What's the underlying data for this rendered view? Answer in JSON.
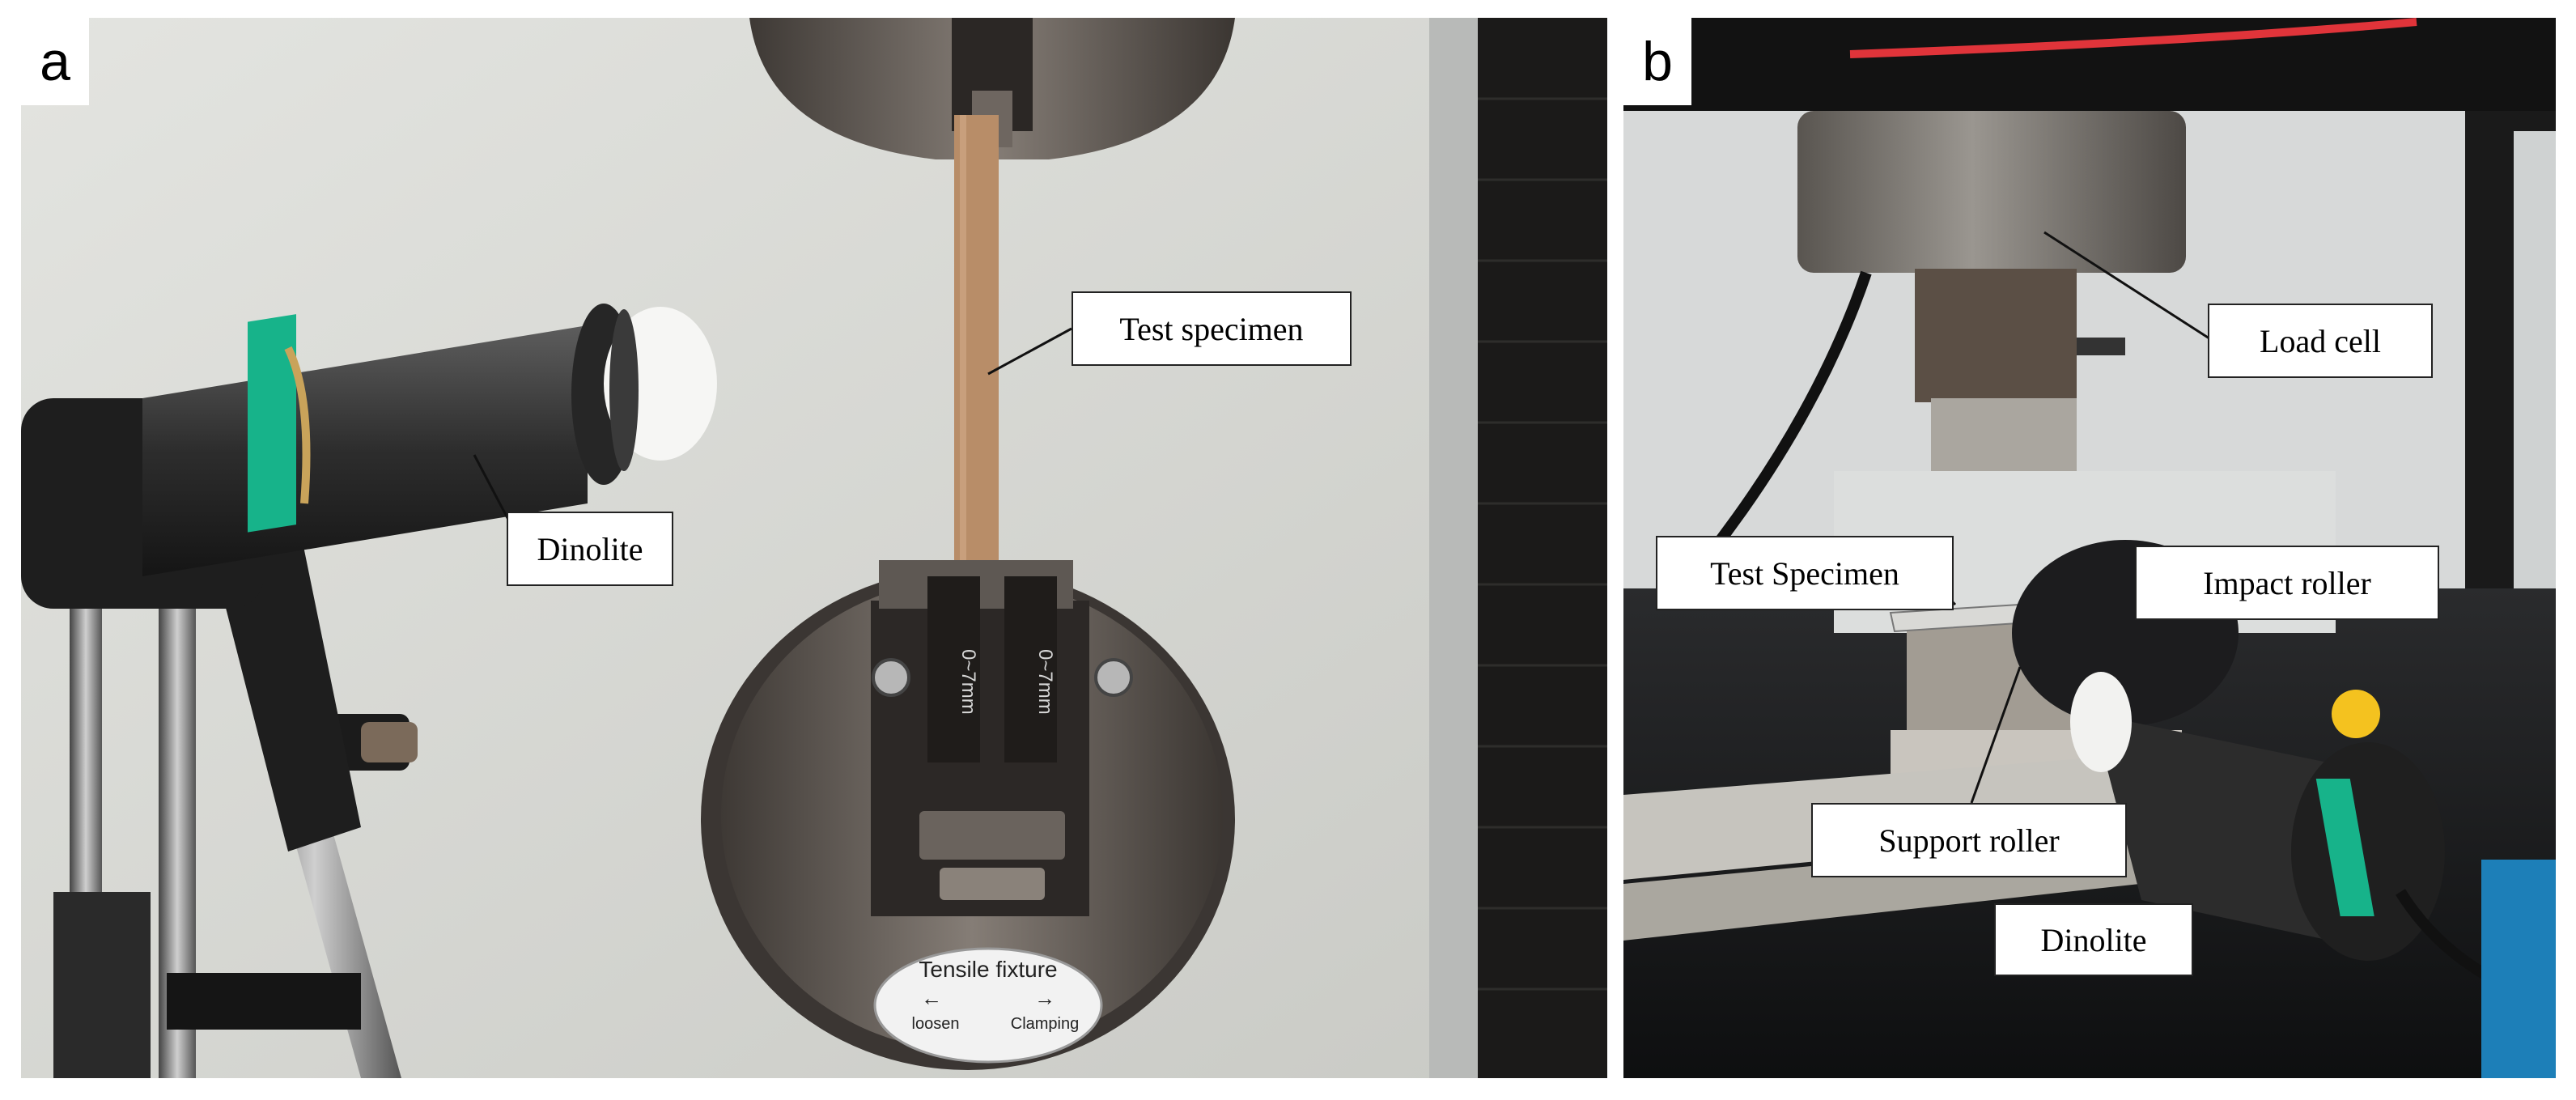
{
  "panels": {
    "a": {
      "letter": "a",
      "labels": {
        "test_specimen": "Test specimen",
        "dinolite": "Dinolite"
      },
      "decal": {
        "title": "Tensile fixture",
        "left": "loosen",
        "right": "Clamping"
      },
      "grip_markings": [
        "0~7mm",
        "0~7mm"
      ]
    },
    "b": {
      "letter": "b",
      "labels": {
        "load_cell": "Load cell",
        "test_specimen": "Test Specimen",
        "impact_roller": "Impact roller",
        "support_roller": "Support roller",
        "dinolite": "Dinolite"
      }
    }
  },
  "colors": {
    "wall": "#d9dad6",
    "steel": "#5e5853",
    "specimen": "#b88d68",
    "green_band": "#17b38a",
    "accent_red": "#e0343a",
    "blue_frame": "#1d7fb8"
  }
}
